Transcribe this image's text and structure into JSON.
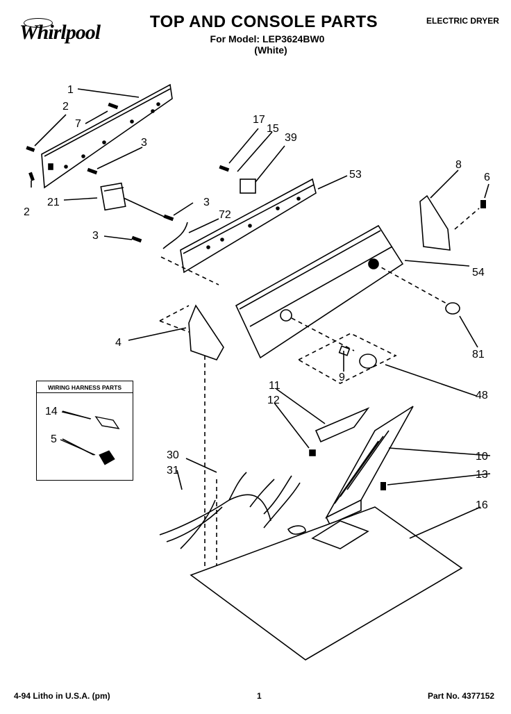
{
  "header": {
    "brand": "Whirlpool",
    "title": "TOP AND CONSOLE PARTS",
    "subtitle": "For Model: LEP3624BW0",
    "variant": "(White)",
    "appliance": "ELECTRIC DRYER"
  },
  "inset": {
    "title": "WIRING HARNESS PARTS",
    "parts": [
      "14",
      "5"
    ]
  },
  "callouts": [
    "1",
    "2",
    "7",
    "3",
    "2",
    "21",
    "3",
    "72",
    "3",
    "17",
    "15",
    "39",
    "53",
    "8",
    "6",
    "54",
    "81",
    "4",
    "9",
    "48",
    "11",
    "12",
    "10",
    "13",
    "30",
    "31",
    "16"
  ],
  "footer": {
    "left": "4-94 Litho in U.S.A. (pm)",
    "page": "1",
    "part_no": "Part No. 4377152"
  }
}
